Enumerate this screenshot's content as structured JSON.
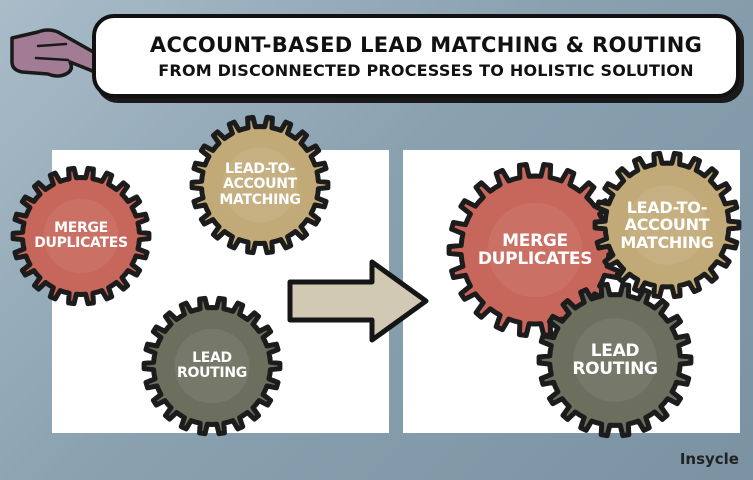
{
  "header": {
    "title": "ACCOUNT-BASED LEAD MATCHING & ROUTING",
    "subtitle": "FROM DISCONNECTED PROCESSES TO HOLISTIC SOLUTION"
  },
  "before": {
    "merge": [
      "MERGE",
      "DUPLICATES"
    ],
    "matching": [
      "LEAD-TO-",
      "ACCOUNT",
      "MATCHING"
    ],
    "routing": [
      "LEAD",
      "ROUTING"
    ]
  },
  "after": {
    "merge": [
      "MERGE",
      "DUPLICATES"
    ],
    "matching": [
      "LEAD-TO-",
      "ACCOUNT",
      "MATCHING"
    ],
    "routing": [
      "LEAD",
      "ROUTING"
    ]
  },
  "brand": "Insycle",
  "colors": {
    "merge": "#c7665a",
    "matching": "#c2aa78",
    "routing": "#6c6f5e",
    "gear_outline": "#1c1c1c",
    "arrow": "#d2c9b4"
  },
  "icons": {
    "pointer": "pointing-hand-icon",
    "arrow": "arrow-right-icon"
  }
}
